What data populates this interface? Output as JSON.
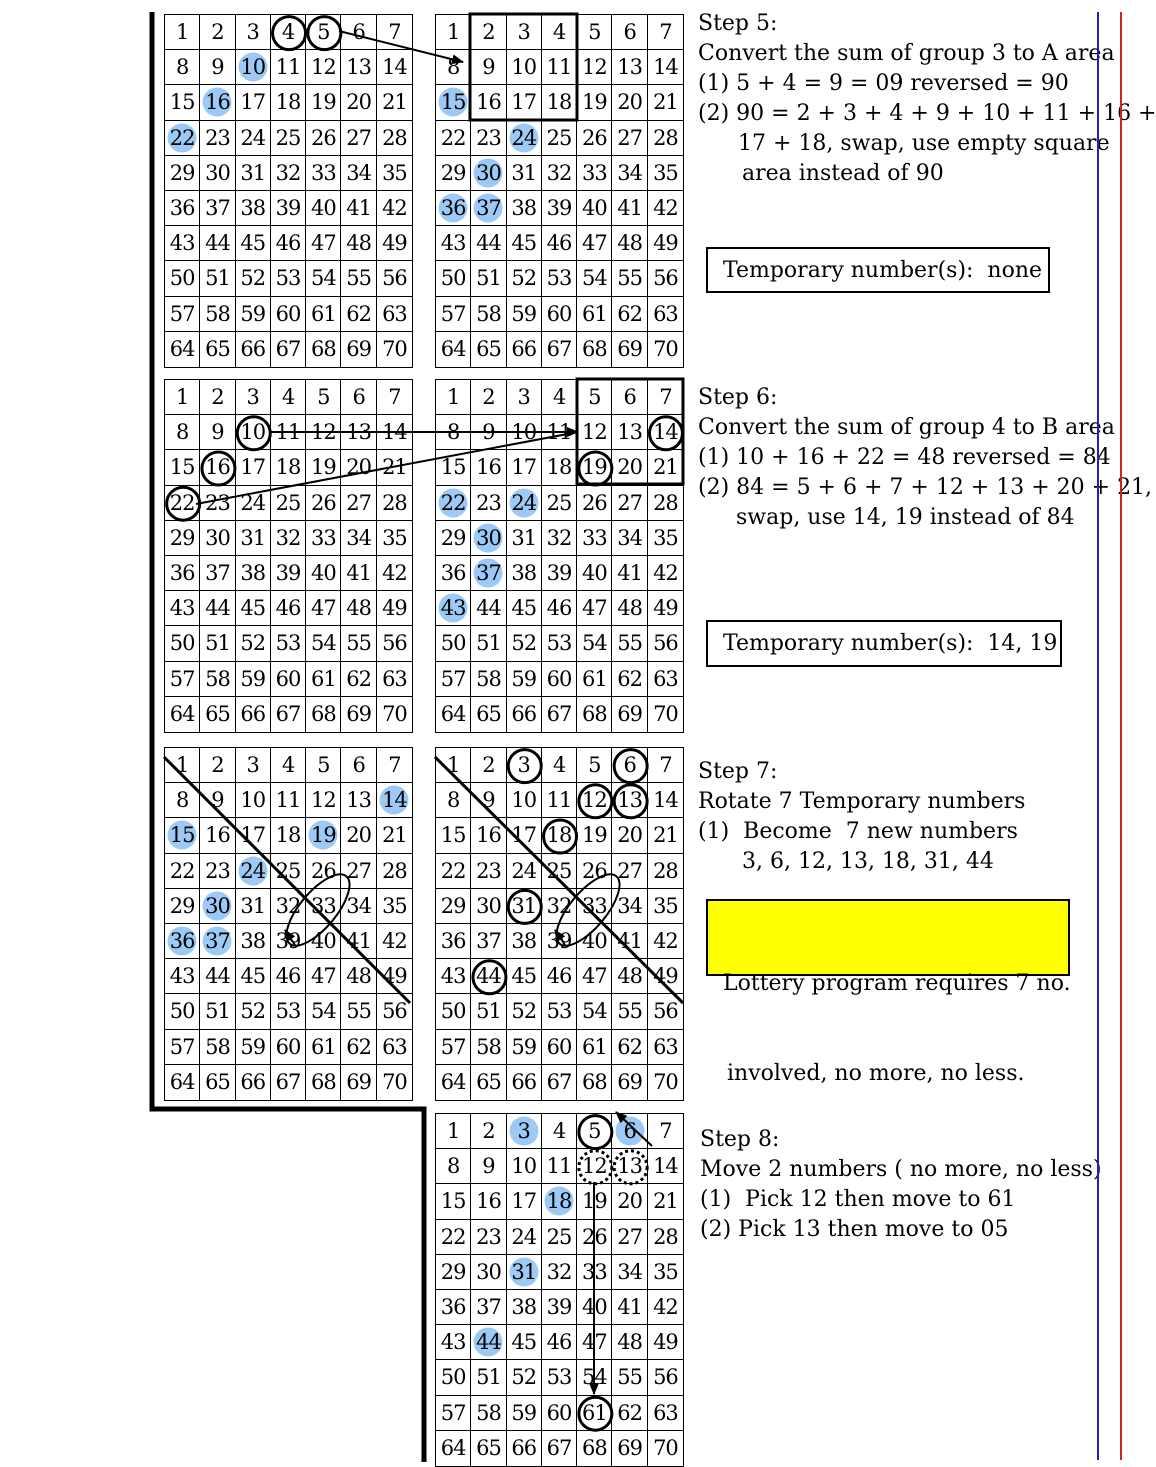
{
  "grid_numbers": [
    [
      "1",
      "2",
      "3",
      "4",
      "5",
      "6",
      "7"
    ],
    [
      "8",
      "9",
      "10",
      "11",
      "12",
      "13",
      "14"
    ],
    [
      "15",
      "16",
      "17",
      "18",
      "19",
      "20",
      "21"
    ],
    [
      "22",
      "23",
      "24",
      "25",
      "26",
      "27",
      "28"
    ],
    [
      "29",
      "30",
      "31",
      "32",
      "33",
      "34",
      "35"
    ],
    [
      "36",
      "37",
      "38",
      "39",
      "40",
      "41",
      "42"
    ],
    [
      "43",
      "44",
      "45",
      "46",
      "47",
      "48",
      "49"
    ],
    [
      "50",
      "51",
      "52",
      "53",
      "54",
      "55",
      "56"
    ],
    [
      "57",
      "58",
      "59",
      "60",
      "61",
      "62",
      "63"
    ],
    [
      "64",
      "65",
      "66",
      "67",
      "68",
      "69",
      "70"
    ]
  ],
  "highlight_color": "#9cc9f5",
  "grids": [
    {
      "id": "s5-left",
      "highlighted": [
        10,
        16,
        22
      ],
      "circled": [
        4,
        5
      ]
    },
    {
      "id": "s5-right",
      "highlighted": [
        15,
        24,
        30,
        36,
        37
      ],
      "circled": []
    },
    {
      "id": "s6-left",
      "highlighted": [],
      "circled": [
        10,
        16,
        22
      ]
    },
    {
      "id": "s6-right",
      "highlighted": [
        22,
        24,
        30,
        37,
        43
      ],
      "circled": [
        14,
        19
      ]
    },
    {
      "id": "s7-left",
      "highlighted": [
        14,
        15,
        19,
        24,
        30,
        36,
        37
      ],
      "circled": []
    },
    {
      "id": "s7-right",
      "highlighted": [],
      "circled": [
        3,
        6,
        12,
        13,
        18,
        31,
        44
      ]
    },
    {
      "id": "s8",
      "highlighted": [
        3,
        6,
        18,
        31,
        44
      ],
      "circled": [
        5,
        61
      ],
      "dotted_circled": [
        12,
        13
      ]
    }
  ],
  "steps": {
    "step5": {
      "title": "Step 5:",
      "lines": [
        "Convert the sum of group 3 to A area",
        "(1) 5 + 4 = 9 = 09 reversed = 90",
        "(2) 90 = 2 + 3 + 4 + 9 + 10 + 11 + 16 +",
        "17 + 18, swap, use empty square",
        "area instead of 90"
      ],
      "box": "Temporary number(s):  none"
    },
    "step6": {
      "title": "Step 6:",
      "lines": [
        "Convert the sum of group 4 to B area",
        "(1) 10 + 16 + 22 = 48 reversed = 84",
        "(2) 84 = 5 + 6 + 7 + 12 + 13 + 20 + 21,",
        "swap, use 14, 19 instead of 84"
      ],
      "box": "Temporary number(s):  14, 19"
    },
    "step7": {
      "title": "Step 7:",
      "lines": [
        "Rotate 7 Temporary numbers",
        "(1)  Become  7 new numbers",
        "3, 6, 12, 13, 18, 31, 44"
      ],
      "box_lines": [
        "Lottery program requires 7 no.",
        "involved, no more, no less."
      ],
      "box_color": "#ffff00"
    },
    "step8": {
      "title": "Step 8:",
      "lines": [
        "Move 2 numbers ( no more, no less)",
        "(1)  Pick 12 then move to 61",
        "(2) Pick 13 then move to 05"
      ]
    }
  },
  "margin_line_colors": [
    "#2020c0",
    "#d02020"
  ]
}
